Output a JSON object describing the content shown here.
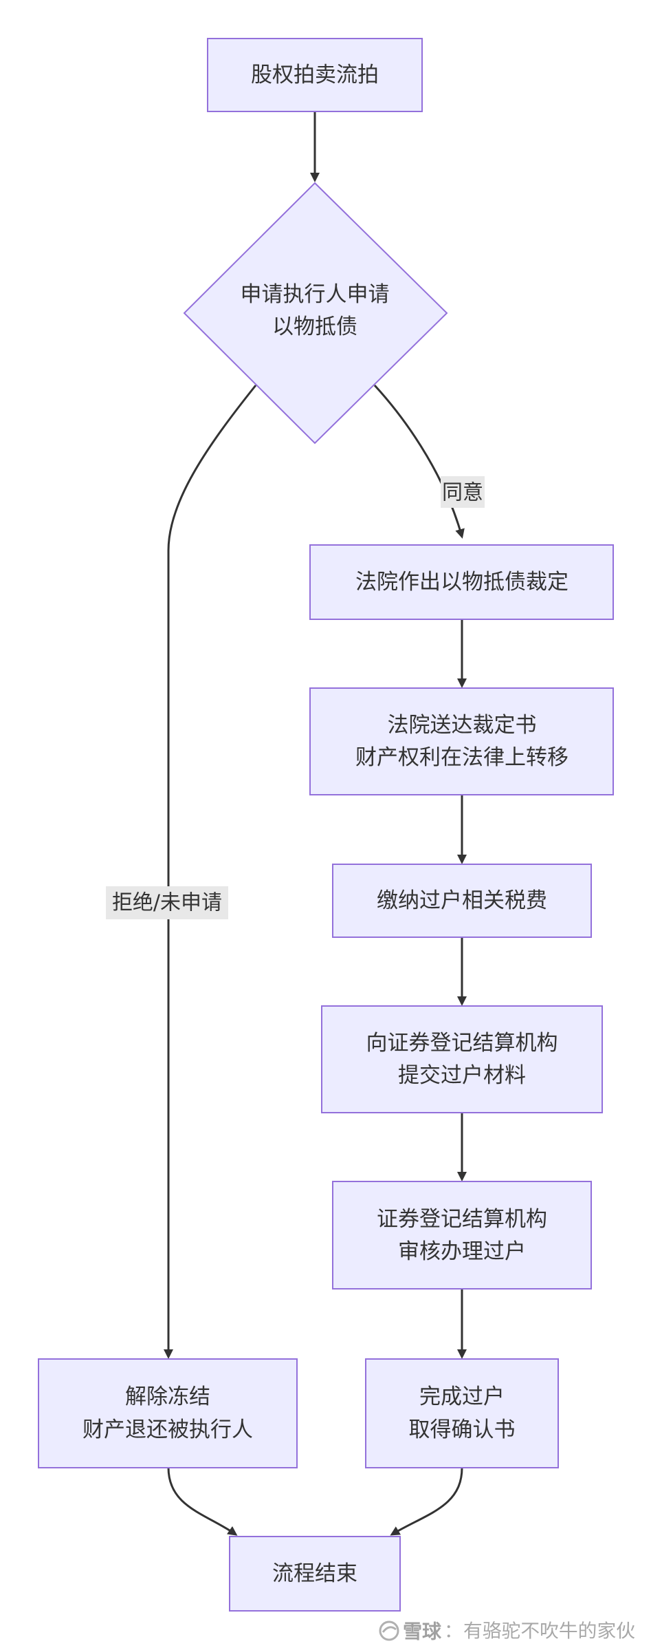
{
  "diagram": {
    "start": "股权拍卖流拍",
    "decision": [
      "申请执行人申请",
      "以物抵债"
    ],
    "agree_label": "同意",
    "reject_label": "拒绝/未申请",
    "ruling": "法院作出以物抵债裁定",
    "deliver": [
      "法院送达裁定书",
      "财产权利在法律上转移"
    ],
    "tax": "缴纳过户相关税费",
    "submit": [
      "向证券登记结算机构",
      "提交过户材料"
    ],
    "review": [
      "证券登记结算机构",
      "审核办理过户"
    ],
    "complete": [
      "完成过户",
      "取得确认书"
    ],
    "release": [
      "解除冻结",
      "财产退还被执行人"
    ],
    "end": "流程结束"
  },
  "watermark": {
    "brand": "雪球",
    "separator": "：",
    "author": "有骆驼不吹牛的家伙"
  }
}
